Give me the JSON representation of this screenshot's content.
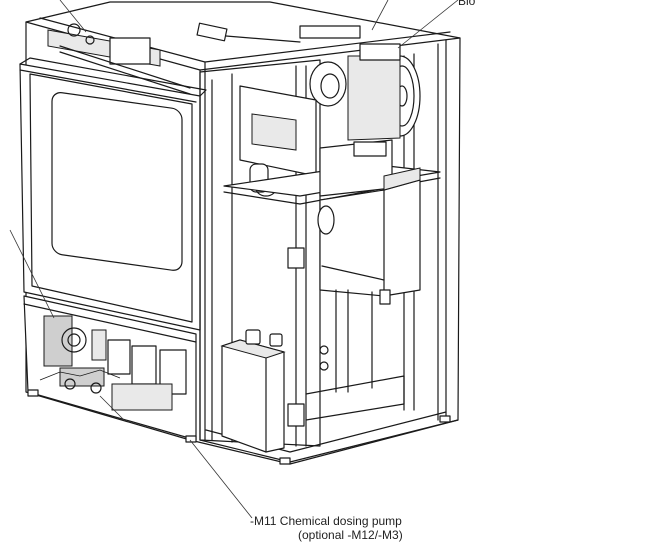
{
  "callouts": {
    "top_right_fragment": "Blo",
    "pump_line1": "-M11 Chemical dosing pump",
    "pump_line2": "(optional -M12/-M3)"
  },
  "colors": {
    "line": "#1a1a1a",
    "panel_fill": "#e9e9e9",
    "background": "#ffffff"
  }
}
